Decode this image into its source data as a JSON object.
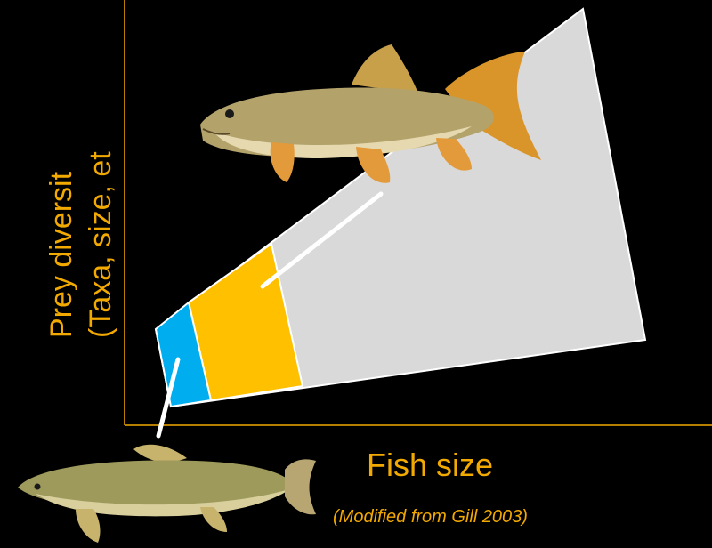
{
  "axes": {
    "y_label_line1": "Prey diversit",
    "y_label_line2": "(Taxa, size, et",
    "x_label": "Fish size"
  },
  "credit": "(Modified from Gill 2003)",
  "colors": {
    "text": "#f2a900",
    "cone": "#d9d9d9",
    "small_fish_band": "#00aeef",
    "large_fish_band": "#ffc000",
    "axis_line": "#f2a900",
    "pointer": "#ffffff"
  },
  "images": {
    "large_fish": "trout-like-fish-photo",
    "small_fish": "juvenile-fish-photo"
  }
}
